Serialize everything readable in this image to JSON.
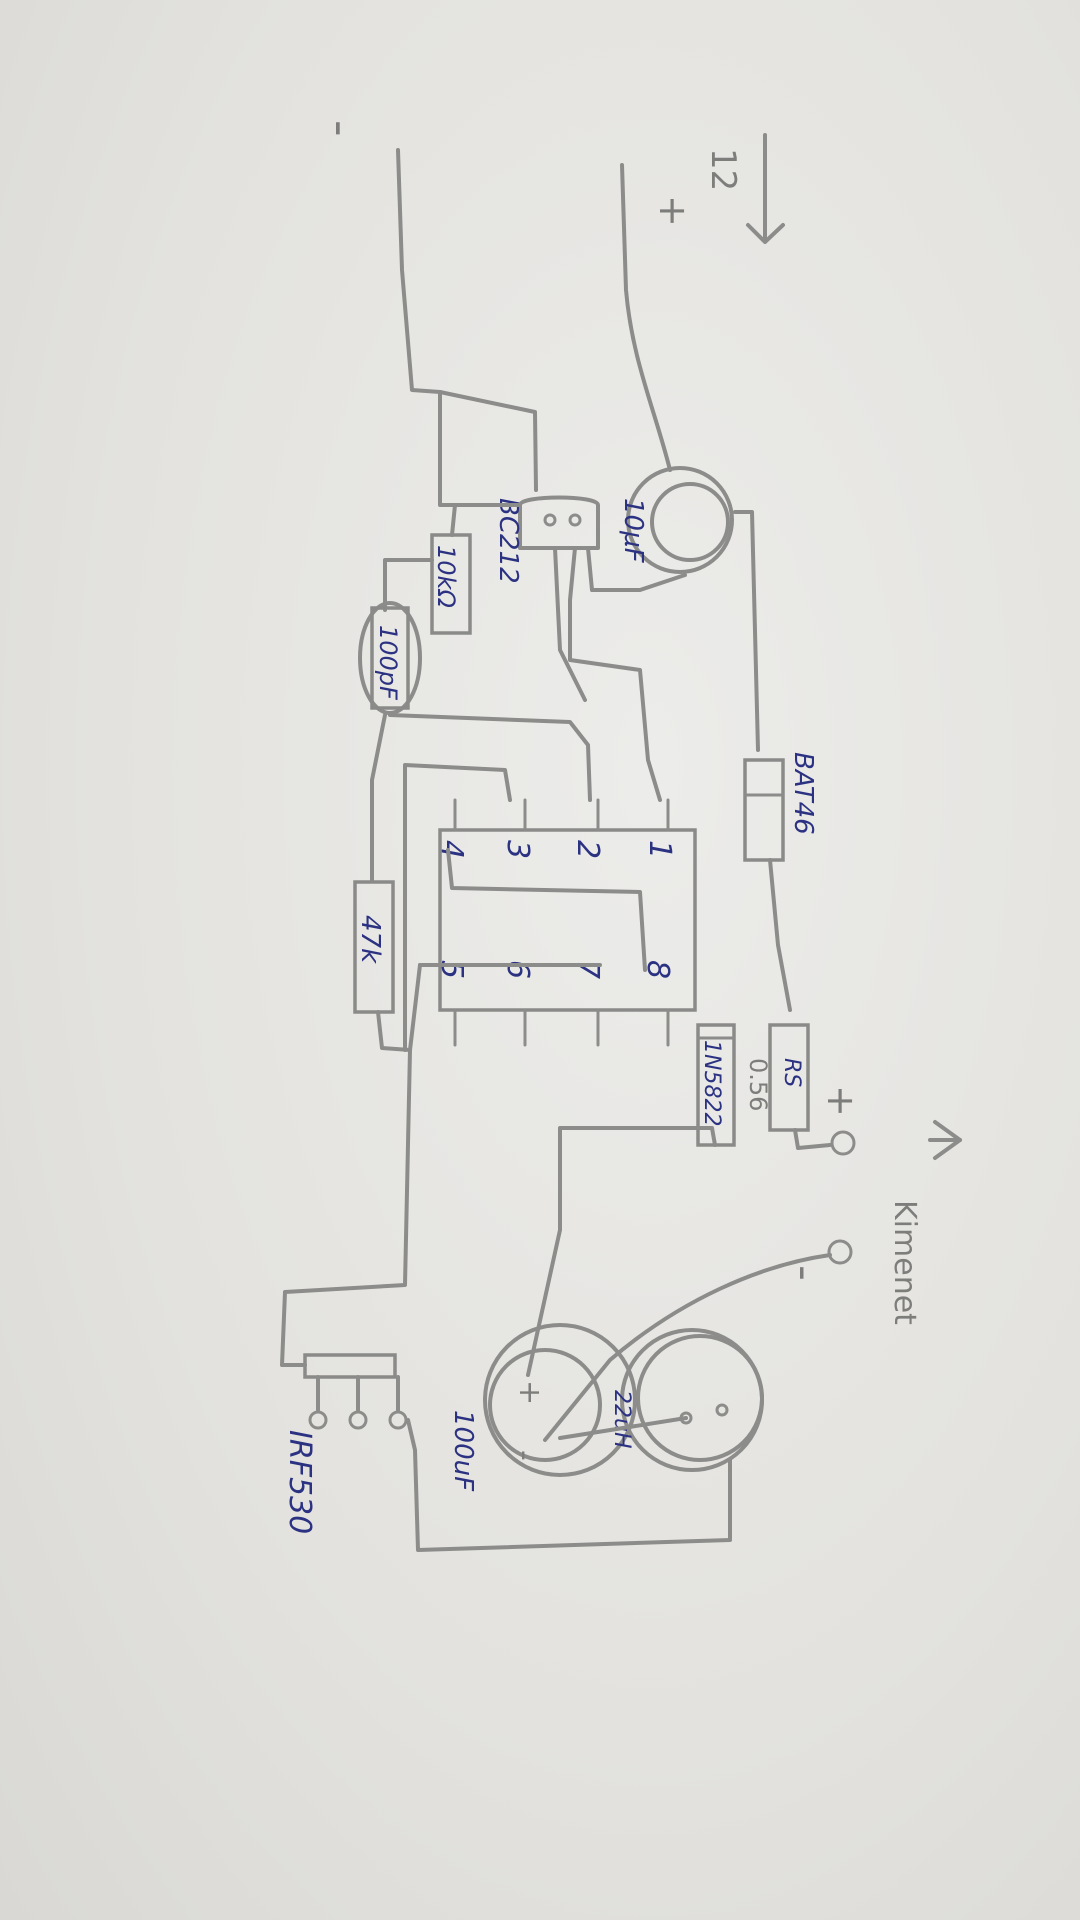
{
  "labels": {
    "supply_voltage": "12",
    "supply_plus": "+",
    "supply_minus": "-",
    "cap_c1": "10µF",
    "transistor": "BC212",
    "res_10k": "10kΩ",
    "cap_100pf": "100pF",
    "diode_bat": "BAT46",
    "pin1": "1",
    "pin2": "2",
    "pin3": "3",
    "pin4": "4",
    "pin5": "5",
    "pin6": "6",
    "pin7": "7",
    "pin8": "8",
    "res_47k": "47k",
    "diode_1n5822": "1N5822",
    "res_rs": "RS",
    "res_rs_value": "0.56",
    "out_plus": "+",
    "out_minus": "-",
    "kimenet": "Kimenet",
    "cap_100uf": "100uF",
    "inductor": "22uH",
    "mosfet": "IRF530",
    "cap_plus": "+",
    "cap_minus": "-"
  },
  "colors": {
    "ink": "#2c3282",
    "pencil": "#8c8c8a",
    "paper": "#e4e3df"
  }
}
